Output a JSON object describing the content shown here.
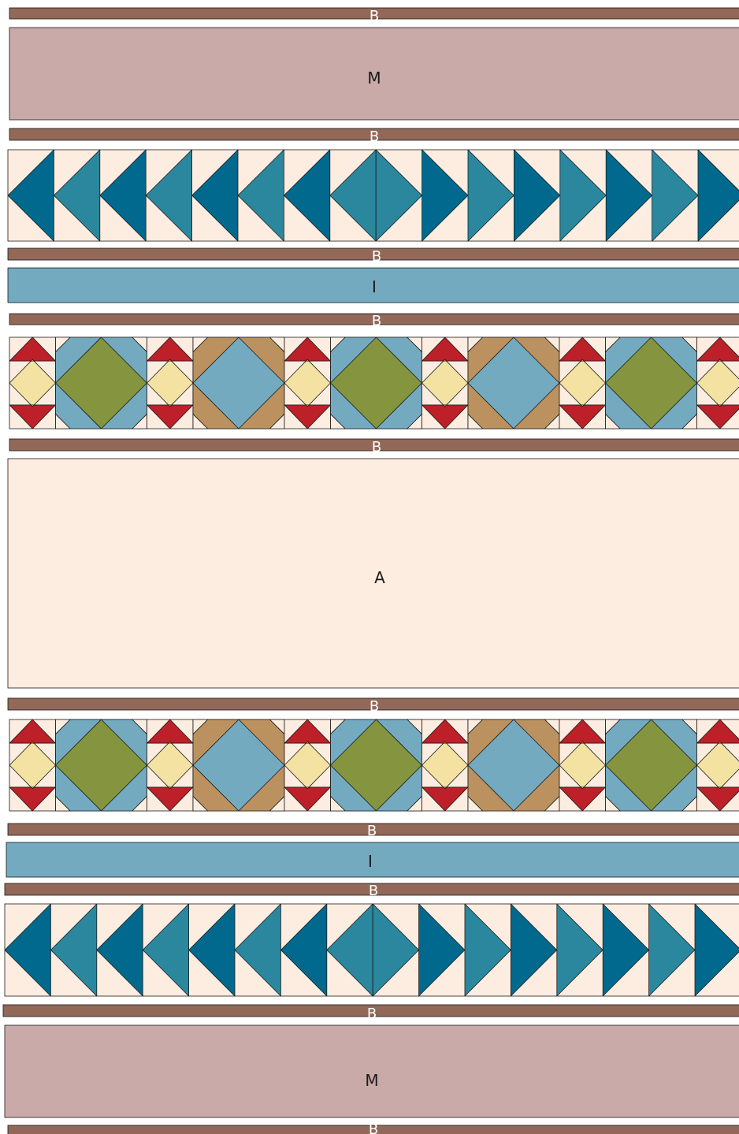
{
  "labels": {
    "binding": "B",
    "middle_border": "M",
    "inner_border": "I",
    "center": "A"
  },
  "colors": {
    "binding": "#926858",
    "middle_border": "#caaaa9",
    "inner_border": "#74aabf",
    "background": "#fdede1",
    "geese_dark": "#00698d",
    "geese_light": "#2a879e",
    "square_green": "#85943f",
    "square_blue": "#74aabf",
    "frame_tan": "#bb925f",
    "star_red": "#bd2028",
    "star_yellow": "#f4e2a3",
    "line": "#1a1a1a"
  }
}
